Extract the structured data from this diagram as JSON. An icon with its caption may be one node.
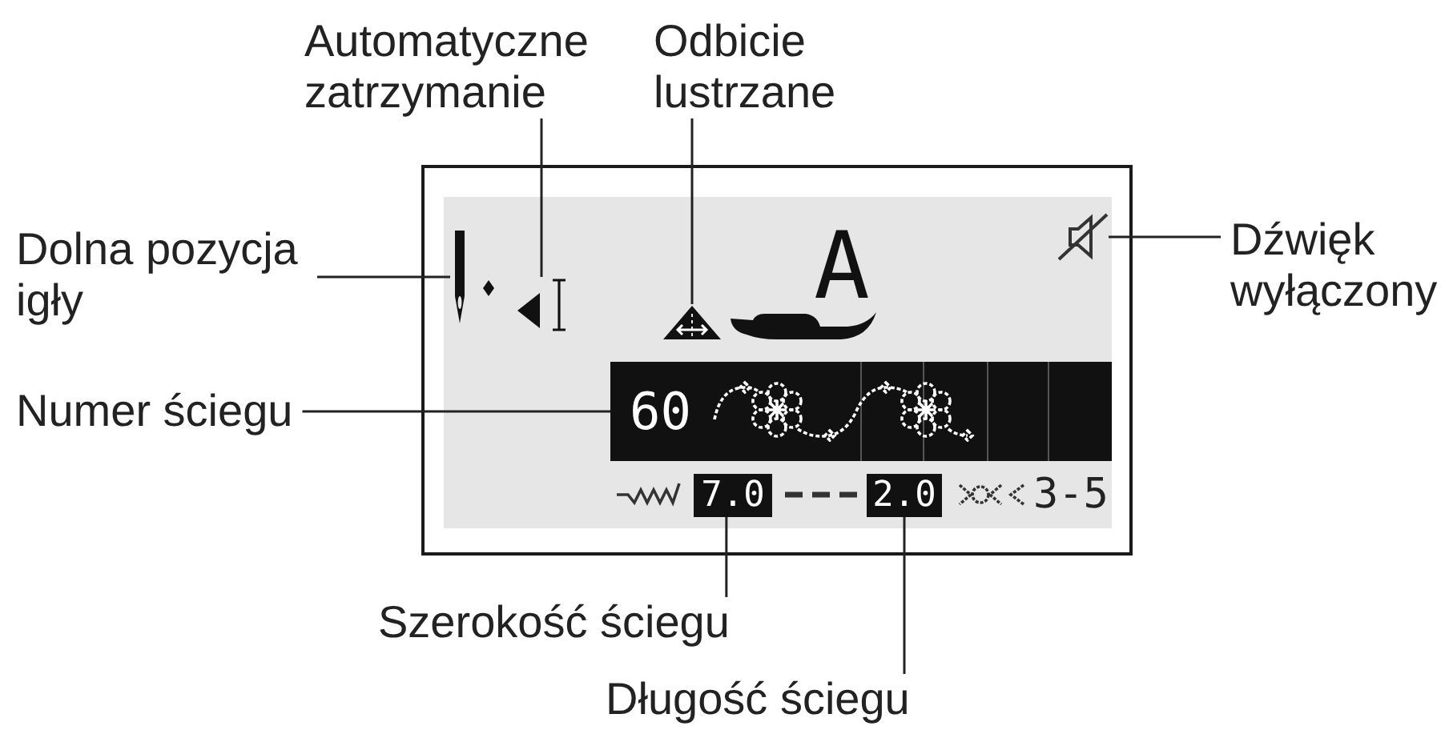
{
  "diagram": {
    "nodes": [
      {
        "text": [
          "Automatyczne zatrzymanie"
        ]
      },
      {
        "text": [
          "Odbicie lustrzane"
        ]
      },
      {
        "text": [
          "Dolna pozycja igły"
        ]
      },
      {
        "text": [],
        "shape": "box"
      },
      {
        "text": [],
        "shape": "box",
        "in": 3
      },
      {
        "text": [],
        "shape": "picture",
        "in": 4
      },
      {
        "text": [],
        "shape": "picture",
        "in": 4
      },
      {
        "text": [],
        "shape": "picture",
        "in": 4
      },
      {
        "text": [],
        "shape": "picture",
        "in": 4
      },
      {
        "text": [
          "Dźwięk wyłączony"
        ]
      },
      {
        "text": [
          "Numer ściegu"
        ]
      },
      {
        "text": [
          "60"
        ],
        "in": 4
      },
      {
        "text": [
          "7.0"
        ],
        "in": 4
      },
      {
        "text": [
          "2.0"
        ],
        "in": 4
      },
      {
        "text": [
          "Szerokość ściegu"
        ]
      },
      {
        "text": [
          "Długość ściegu"
        ]
      }
    ],
    "edges": [
      {
        "from": 0,
        "to": 6,
        "arrow": "none"
      },
      {
        "from": 1,
        "to": 7,
        "arrow": "none"
      },
      {
        "from": 2,
        "to": 5,
        "arrow": "none"
      },
      {
        "from": 9,
        "to": 8,
        "arrow": "none"
      },
      {
        "from": 10,
        "to": 11,
        "arrow": "none"
      },
      {
        "from": 14,
        "to": 12,
        "arrow": "none"
      },
      {
        "from": 15,
        "to": 13,
        "arrow": "none"
      }
    ],
    "labels": [
      "A",
      "3-5"
    ]
  }
}
